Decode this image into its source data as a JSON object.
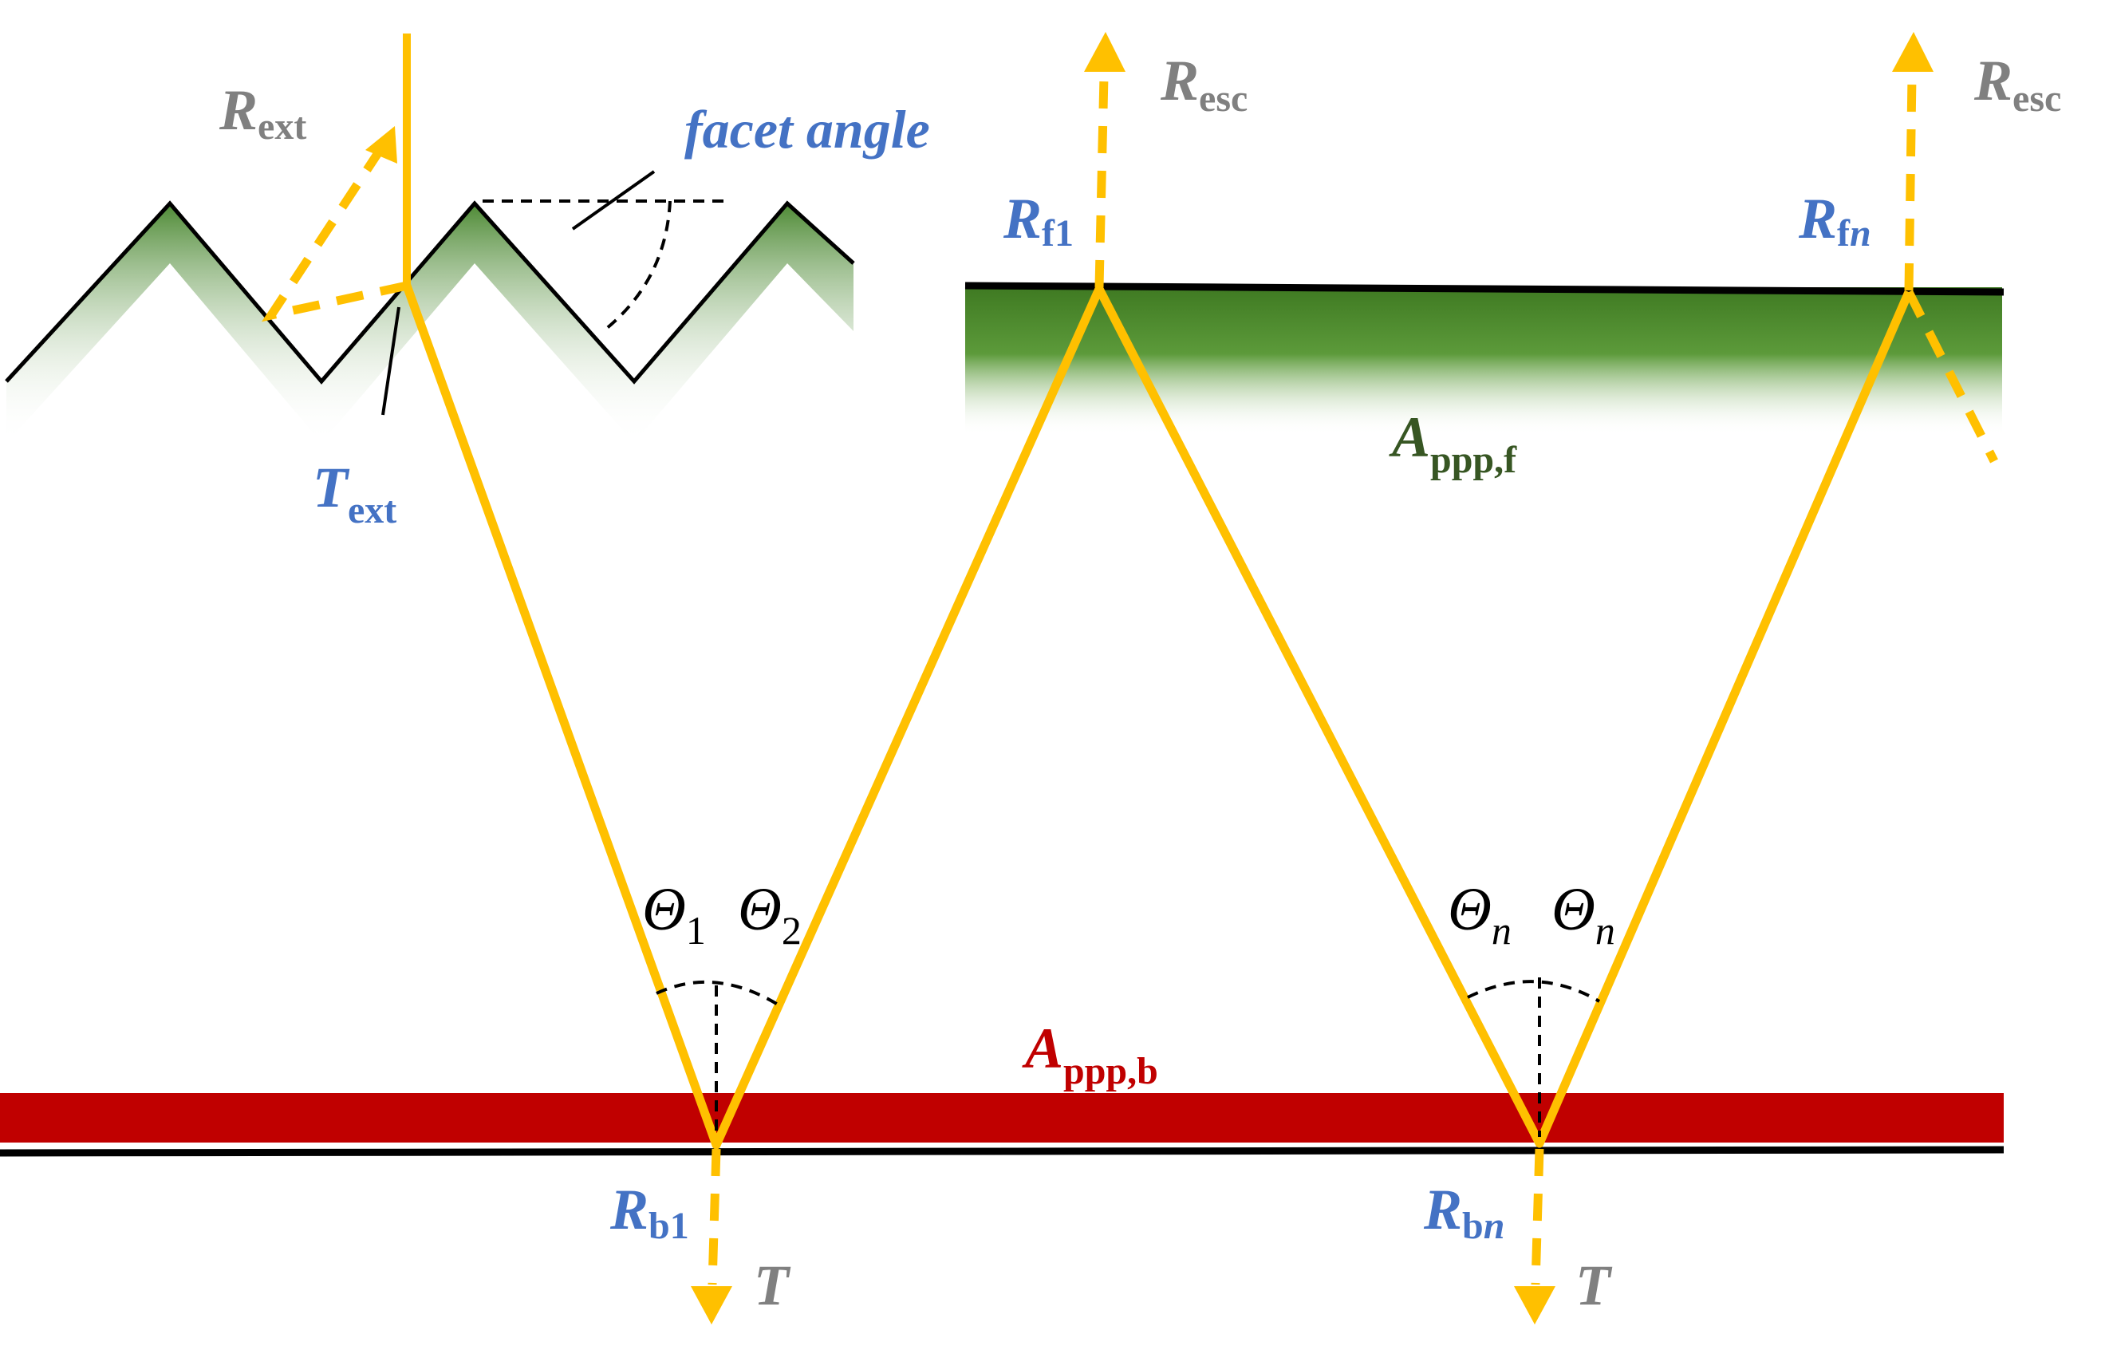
{
  "colors": {
    "ray": "#ffc000",
    "outline": "#000000",
    "texture_green": "#3a7d1e",
    "front_green": "#4e8a2c",
    "back_red": "#c00000",
    "label_blue": "#4472c4",
    "label_gray": "#808080",
    "label_green": "#375623",
    "label_red": "#c00000"
  },
  "labels": {
    "r_ext": {
      "main": "R",
      "sub": "ext"
    },
    "facet_angle": "facet angle",
    "t_ext": {
      "main": "T",
      "sub": "ext"
    },
    "r_f1": {
      "main": "R",
      "sub": "f1"
    },
    "r_fn": {
      "main": "R",
      "sub": "f",
      "sub_italic": "n"
    },
    "r_esc_1": {
      "main": "R",
      "sub": "esc"
    },
    "r_esc_2": {
      "main": "R",
      "sub": "esc"
    },
    "a_ppp_f": {
      "main": "A",
      "sub": "ppp,f"
    },
    "a_ppp_b": {
      "main": "A",
      "sub": "ppp,b"
    },
    "r_b1": {
      "main": "R",
      "sub": "b1"
    },
    "r_bn": {
      "main": "R",
      "sub": "b",
      "sub_italic": "n"
    },
    "t_1": "T",
    "t_2": "T",
    "theta_1": {
      "main": "Θ",
      "sub": "1"
    },
    "theta_2": {
      "main": "Θ",
      "sub": "2"
    },
    "theta_n_left": {
      "main": "Θ",
      "sub": "n"
    },
    "theta_n_right": {
      "main": "Θ",
      "sub": "n"
    }
  }
}
